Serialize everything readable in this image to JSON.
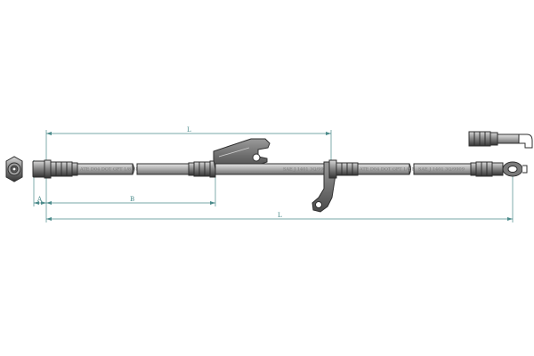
{
  "drawing": {
    "dimension_labels": {
      "upper_length": "L",
      "mid_length": "B",
      "offset": "A",
      "overall_length": "L"
    },
    "hose_prints": [
      "ATE D04 DOT GPT 1/8 BL",
      "SAE J 1401 3Q/9909",
      "ATE D04 DOT GPT 1/8 BL",
      "SAE J 1401 3Q/9909"
    ],
    "colors": {
      "dimension_line": "#4a8a8a",
      "hose_outline": "#2f2f2f",
      "hose_fill": "#b9b9b9",
      "fitting_dark": "#3c3c3c"
    }
  }
}
